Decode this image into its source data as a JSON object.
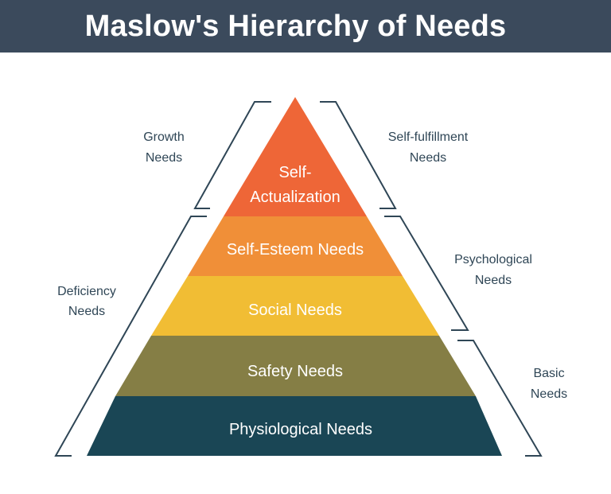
{
  "title": "Maslow's Hierarchy of Needs",
  "levels": [
    {
      "line1": "Self-",
      "line2": "Actualization",
      "color": "#ee6637"
    },
    {
      "label": "Self-Esteem Needs",
      "color": "#f08f38"
    },
    {
      "label": "Social Needs",
      "color": "#f1bd34"
    },
    {
      "label": "Safety Needs",
      "color": "#857e45"
    },
    {
      "label": "Physiological Needs",
      "color": "#1a4655"
    }
  ],
  "groups": {
    "growth": {
      "line1": "Growth",
      "line2": "Needs"
    },
    "deficiency": {
      "line1": "Deficiency",
      "line2": "Needs"
    },
    "self_fulfillment": {
      "line1": "Self-fulfillment",
      "line2": "Needs"
    },
    "psychological": {
      "line1": "Psychological",
      "line2": "Needs"
    },
    "basic": {
      "line1": "Basic",
      "line2": "Needs"
    }
  },
  "colors": {
    "title_bar": "#3b4a5c",
    "bracket": "#2f4656"
  }
}
